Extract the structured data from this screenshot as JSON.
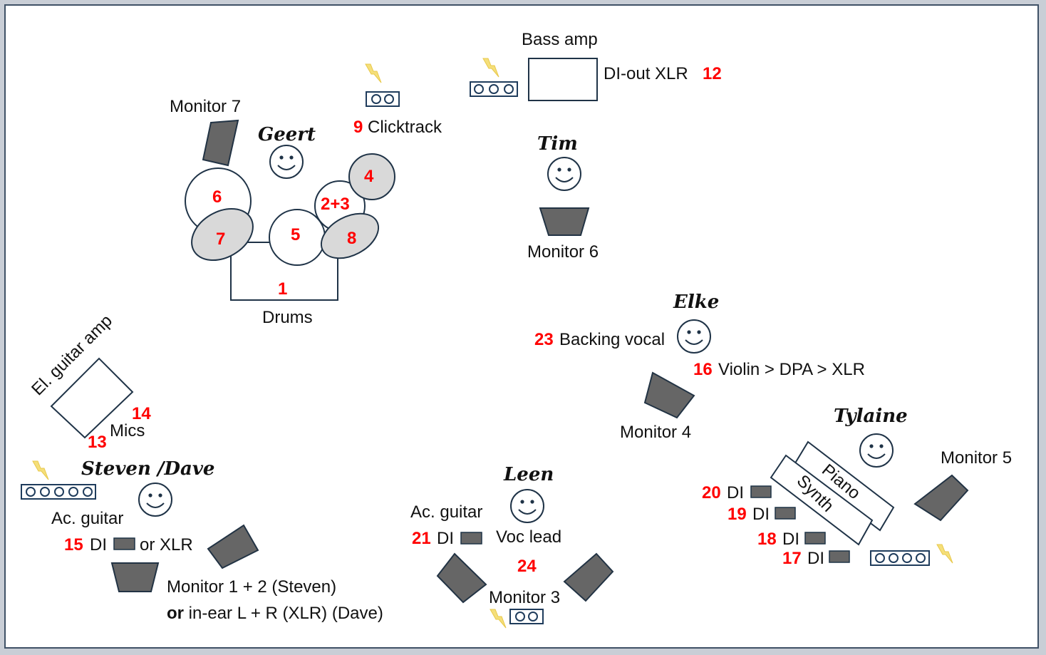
{
  "musicians": {
    "geert": "Geert",
    "tim": "Tim",
    "elke": "Elke",
    "tylaine": "Tylaine",
    "steven_dave": "Steven /Dave",
    "leen": "Leen"
  },
  "drums": {
    "label": "Drums",
    "kick": "1",
    "tom_23": "2+3",
    "cymbal_4": "4",
    "snare": "5",
    "tom_6": "6",
    "cymbal_7": "7",
    "cymbal_8": "8"
  },
  "monitors": {
    "m7": "Monitor 7",
    "m6": "Monitor 6",
    "m4": "Monitor 4",
    "m5": "Monitor 5",
    "m3": "Monitor 3",
    "m12": "Monitor 1 + 2 (Steven)",
    "inear_bold": "or",
    "inear_rest": " in-ear L + R (XLR) (Dave)"
  },
  "bass": {
    "label": "Bass amp",
    "di_out": "DI-out XLR",
    "channel": "12"
  },
  "clicktrack": {
    "channel": "9",
    "label": "Clicktrack"
  },
  "elke": {
    "backing_channel": "23",
    "backing_label": "Backing vocal",
    "violin_channel": "16",
    "violin_label": "Violin > DPA > XLR"
  },
  "el_guitar": {
    "label": "El. guitar amp",
    "mic_ch_a": "14",
    "mic_ch_b": "13",
    "mics_label": "Mics"
  },
  "steven": {
    "ac_guitar": "Ac. guitar",
    "channel": "15",
    "di": "DI",
    "or_xlr": "or XLR"
  },
  "leen": {
    "ac_guitar": "Ac. guitar",
    "channel": "21",
    "di": "DI",
    "voc_lead": "Voc lead",
    "voc_channel": "24"
  },
  "keys": {
    "piano": "Piano",
    "synth": "Synth",
    "ch20": "20",
    "ch19": "19",
    "ch18": "18",
    "ch17": "17",
    "di": "DI"
  },
  "colors": {
    "channel_numbers": "#ff0000",
    "monitor_fill": "#666666",
    "outline": "#1f3347",
    "power_bolt": "#f5df7a"
  }
}
